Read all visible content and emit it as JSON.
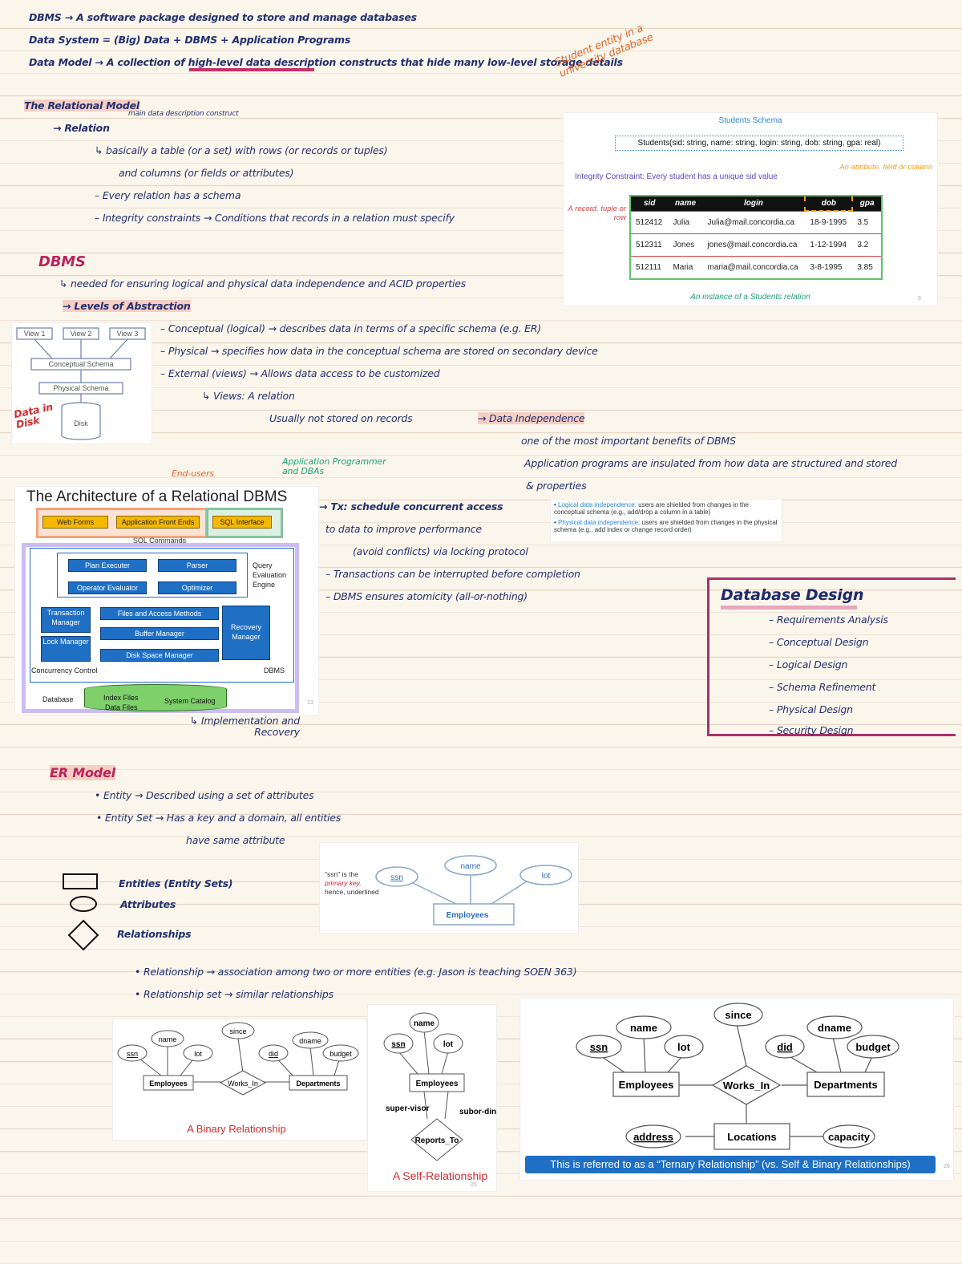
{
  "notes": {
    "l1": "DBMS → A software package designed to store and manage databases",
    "l2": "Data System = (Big) Data + DBMS + Application Programs",
    "l3": "Data Model → A collection of high-level data description constructs that hide many low-level storage details",
    "rel_title": "The Relational Model",
    "rel_a": "→ Relation",
    "rel_a_note": "main data description construct",
    "rel_b": "↳ basically a table (or a set) with rows (or records or tuples)",
    "rel_c": "and columns (or fields or attributes)",
    "rel_d": "– Every relation has a schema",
    "rel_e": "– Integrity constraints → Conditions that records in a relation must specify",
    "student_note": "Student entity in a university database",
    "dbms_title": "DBMS",
    "dbms_a": "↳ needed for ensuring logical and physical data independence and ACID properties",
    "dbms_b": "→ Levels of Abstraction",
    "abs1": "– Conceptual (logical) → describes data in terms of a specific schema (e.g. ER)",
    "abs2": "– Physical → specifies how data in the conceptual schema are stored on secondary device",
    "abs3": "– External (views) → Allows data access to be customized",
    "abs4": "↳ Views: A relation",
    "abs5": "Usually not stored on records",
    "data_in_disk": "Data in Disk",
    "di_title": "→ Data Independence",
    "di_1": "one of the most important benefits of DBMS",
    "di_2": "Application programs are insulated from how data are structured and stored",
    "di_3": "& properties",
    "enduser": "End-users",
    "appprog": "Application Programmer and DBAs",
    "tx1": "→ Tx: schedule concurrent access",
    "tx2": "to data to improve performance",
    "tx3": "(avoid conflicts) via locking protocol",
    "tx4": "– Transactions can be interrupted before completion",
    "tx5": "– DBMS ensures atomicity (all-or-nothing)",
    "impl": "↳ Implementation and Recovery",
    "er_title": "ER Model",
    "er1": "• Entity → Described using a set of attributes",
    "er2": "• Entity Set → Has a key and a domain, all entities",
    "er3": "have same attribute",
    "leg1": "Entities (Entity Sets)",
    "leg2": "Attributes",
    "leg3": "Relationships",
    "rs1": "• Relationship → association among two or more entities (e.g. Jason is teaching SOEN 363)",
    "rs2": "• Relationship set → similar relationships"
  },
  "design": {
    "title": "Database Design",
    "items": [
      "– Requirements Analysis",
      "– Conceptual Design",
      "– Logical Design",
      "– Schema Refinement",
      "– Physical Design",
      "– Security Design"
    ]
  },
  "schema": {
    "title": "Students Schema",
    "def": "Students(sid: string, name: string, login: string, dob: string, gpa: real)",
    "ic": "Integrity Constraint: Every student has a unique sid value",
    "attr": "An attribute, field or column",
    "record": "A record, tuple or row",
    "instance": "An instance of a Students relation",
    "page": "6",
    "cols": [
      "sid",
      "name",
      "login",
      "dob",
      "gpa"
    ],
    "rows": [
      [
        "512412",
        "Julia",
        "Julia@mail.concordia.ca",
        "18-9-1995",
        "3.5"
      ],
      [
        "512311",
        "Jones",
        "jones@mail.concordia.ca",
        "1-12-1994",
        "3.2"
      ],
      [
        "512111",
        "Maria",
        "maria@mail.concordia.ca",
        "3-8-1995",
        "3.85"
      ]
    ]
  },
  "abstraction": {
    "view1": "View 1",
    "view2": "View 2",
    "view3": "View 3",
    "conceptual": "Conceptual Schema",
    "physical": "Physical Schema",
    "disk": "Disk"
  },
  "arch": {
    "title": "The Architecture of a Relational DBMS",
    "web": "Web Forms",
    "afe": "Application Front Ends",
    "sqli": "SQL Interface",
    "sqlc": "SQL Commands",
    "plan": "Plan Executer",
    "parser": "Parser",
    "opeval": "Operator Evaluator",
    "opt": "Optimizer",
    "qee": "Query Evaluation Engine",
    "files": "Files and Access Methods",
    "buffer": "Buffer Manager",
    "disk": "Disk Space Manager",
    "tm": "Transaction Manager",
    "lm": "Lock Manager",
    "rm": "Recovery Manager",
    "cc": "Concurrency Control",
    "dbms": "DBMS",
    "db": "Database",
    "idx": "Index Files",
    "data": "Data Files",
    "cat": "System Catalog",
    "page": "13"
  },
  "indep": {
    "log_t": "Logical data independence:",
    "log_d": "users are shielded from changes in the conceptual schema (e.g., add/drop a column in a table)",
    "phy_t": "Physical data independence:",
    "phy_d": "users are shielded from changes in the physical schema (e.g., add index or change record order)"
  },
  "er": {
    "pk_note_a": "\"ssn\" is the",
    "pk_note_b": "primary key,",
    "pk_note_c": "hence, underlined",
    "ssn": "ssn",
    "name": "name",
    "lot": "lot",
    "emp": "Employees",
    "since": "since",
    "did": "did",
    "dname": "dname",
    "budget": "budget",
    "works": "Works_In",
    "dept": "Departments",
    "reports": "Reports_To",
    "super": "super-visor",
    "subor": "subor-dinate",
    "address": "address",
    "locations": "Locations",
    "capacity": "capacity",
    "binary": "A Binary Relationship",
    "self": "A Self-Relationship",
    "self_page": "25",
    "tern_page": "26",
    "ternary": "This is referred to as a “Ternary Relationship” (vs. Self & Binary Relationships)"
  }
}
